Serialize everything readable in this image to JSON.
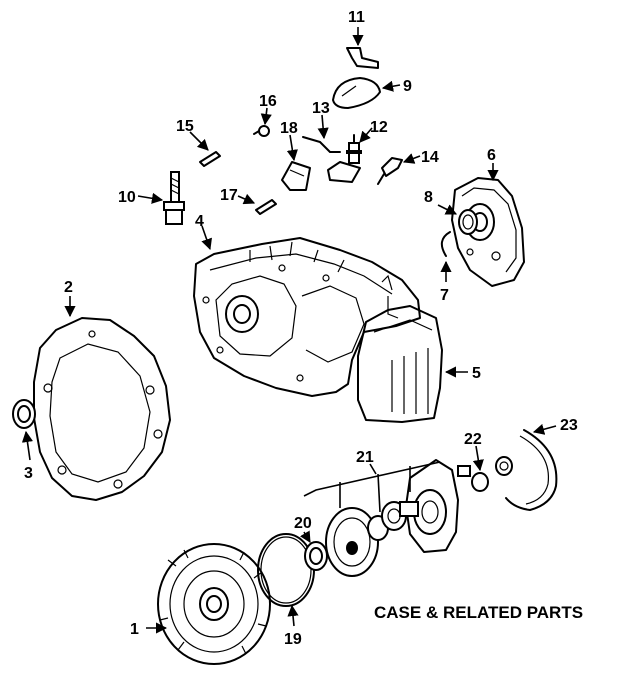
{
  "caption": "CASE & RELATED PARTS",
  "callouts": {
    "1": "1",
    "2": "2",
    "3": "3",
    "4": "4",
    "5": "5",
    "6": "6",
    "7": "7",
    "8": "8",
    "9": "9",
    "10": "10",
    "11": "11",
    "12": "12",
    "13": "13",
    "14": "14",
    "15": "15",
    "16": "16",
    "17": "17",
    "18": "18",
    "19": "19",
    "20": "20",
    "21": "21",
    "22": "22",
    "23": "23"
  },
  "colors": {
    "ink": "#000000",
    "paper": "#ffffff"
  }
}
